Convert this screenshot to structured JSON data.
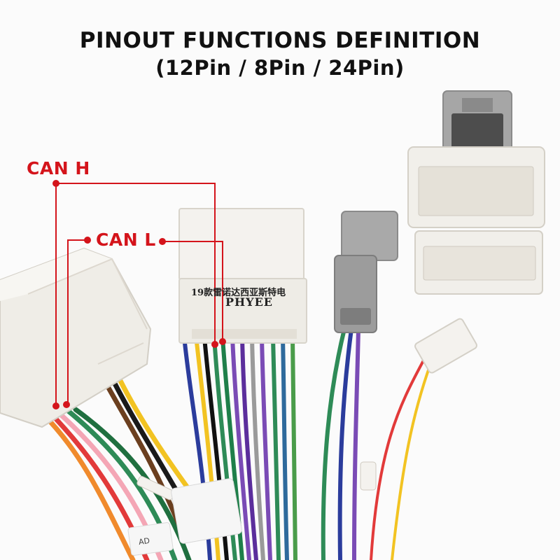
{
  "title": {
    "line1": "PINOUT FUNCTIONS DEFINITION",
    "line2": "(12Pin / 8Pin / 24Pin)"
  },
  "labels": {
    "can_h": "CAN H",
    "can_l": "CAN L"
  },
  "connector_print": {
    "chinese": "19款雷诺达西亚斯特电",
    "brand": "PHYEE"
  },
  "tag_text": "AD",
  "colors": {
    "annotation": "#d4141b",
    "connector_body": "#f0eee9",
    "gray_connector": "#9a9a9a"
  }
}
